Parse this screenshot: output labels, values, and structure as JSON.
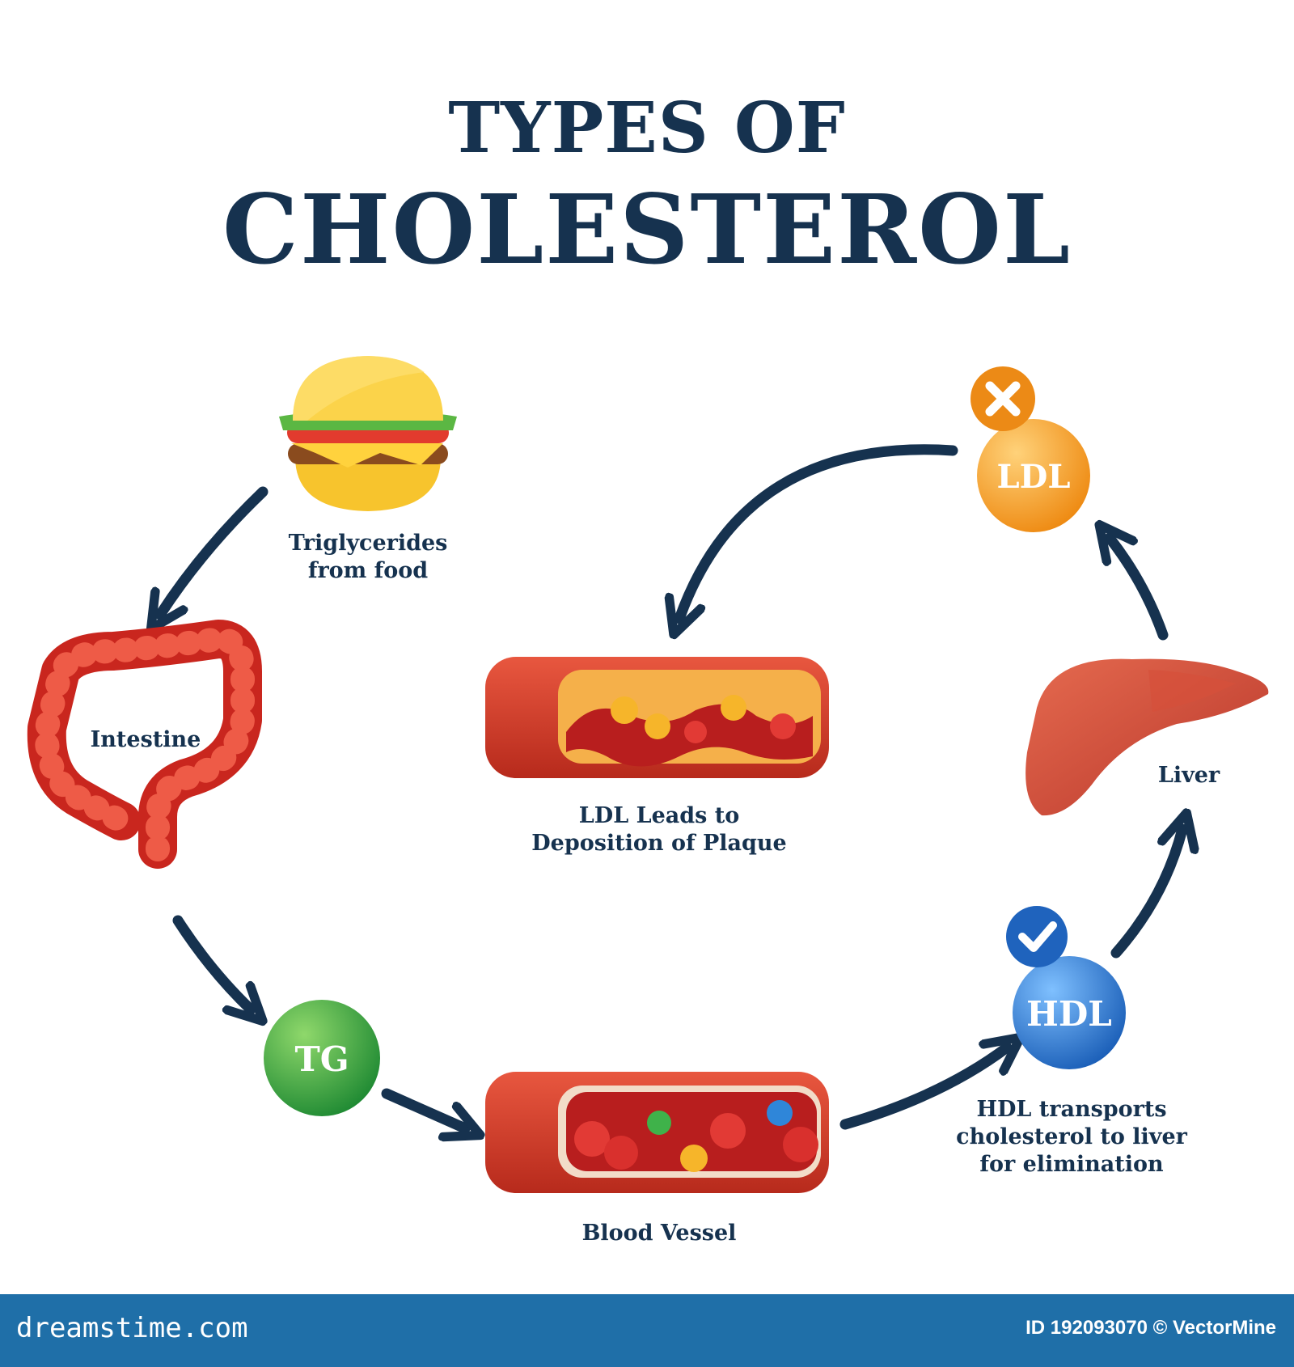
{
  "title": {
    "line1": "TYPES OF",
    "line2": "CHOLESTEROL"
  },
  "nodes": {
    "food": "Triglycerides\nfrom food",
    "intestine": "Intestine",
    "tg": "TG",
    "blood_vessel": "Blood Vessel",
    "hdl": "HDL",
    "hdl_caption": "HDL transports\ncholesterol to liver\nfor elimination",
    "liver": "Liver",
    "ldl": "LDL",
    "plaque_caption": "LDL Leads to\nDeposition of Plaque"
  },
  "colors": {
    "title": "#16324f",
    "arrow": "#16324f",
    "tg": "#2e9e3a",
    "hdl": "#2f7fd3",
    "ldl": "#f39c1e",
    "vessel": "#d9402b",
    "footer": "#1f6fa8"
  },
  "footer": {
    "brand": "dreamstime.com",
    "credit": "ID 192093070 © VectorMine"
  }
}
